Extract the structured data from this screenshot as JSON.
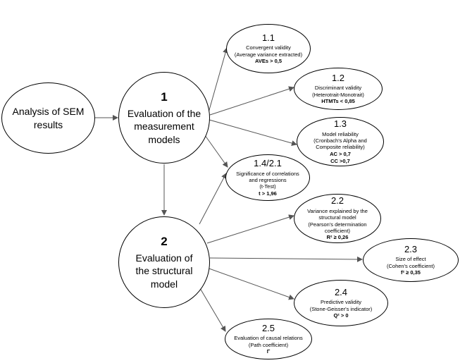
{
  "root": {
    "label": "Analysis of SEM results"
  },
  "measurement": {
    "number": "1",
    "label": "Evaluation of the measurement models"
  },
  "structural": {
    "number": "2",
    "label": "Evaluation of the structural model"
  },
  "criteria": [
    {
      "number": "1.1",
      "lines": [
        "Convergent validity",
        "(Average variance extracted)"
      ],
      "criteria": [
        "AVEs > 0,5"
      ]
    },
    {
      "number": "1.2",
      "lines": [
        "Discriminant validity",
        "(Heterotrait-Monotrait)"
      ],
      "criteria": [
        "HTMTs < 0,85"
      ]
    },
    {
      "number": "1.3",
      "lines": [
        "Model reliability",
        "(Cronbach's Alpha and",
        "Composite reliability)"
      ],
      "criteria": [
        "AC > 0,7",
        "CC >0,7"
      ]
    },
    {
      "number": "1.4/2.1",
      "lines": [
        "Significance of correlations",
        "and regressions",
        "(t-Test)"
      ],
      "criteria": [
        "t > 1,96"
      ]
    },
    {
      "number": "2.2",
      "lines": [
        "Variance explained by the",
        "structural model",
        "(Pearson's determination",
        "coefficient)"
      ],
      "criteria": [
        "R² ≥ 0,26"
      ]
    },
    {
      "number": "2.3",
      "lines": [
        "Size of effect",
        "(Cohen's coefficient)"
      ],
      "criteria": [
        "f² ≥ 0,35"
      ]
    },
    {
      "number": "2.4",
      "lines": [
        "Predictive validity",
        "(Stone-Geisser's indicator)"
      ],
      "criteria": [
        "Q² > 0"
      ]
    },
    {
      "number": "2.5",
      "lines": [
        "Evaluation of causal relations",
        "(Path coefficient)"
      ],
      "criteria": [
        "Γ"
      ]
    }
  ]
}
